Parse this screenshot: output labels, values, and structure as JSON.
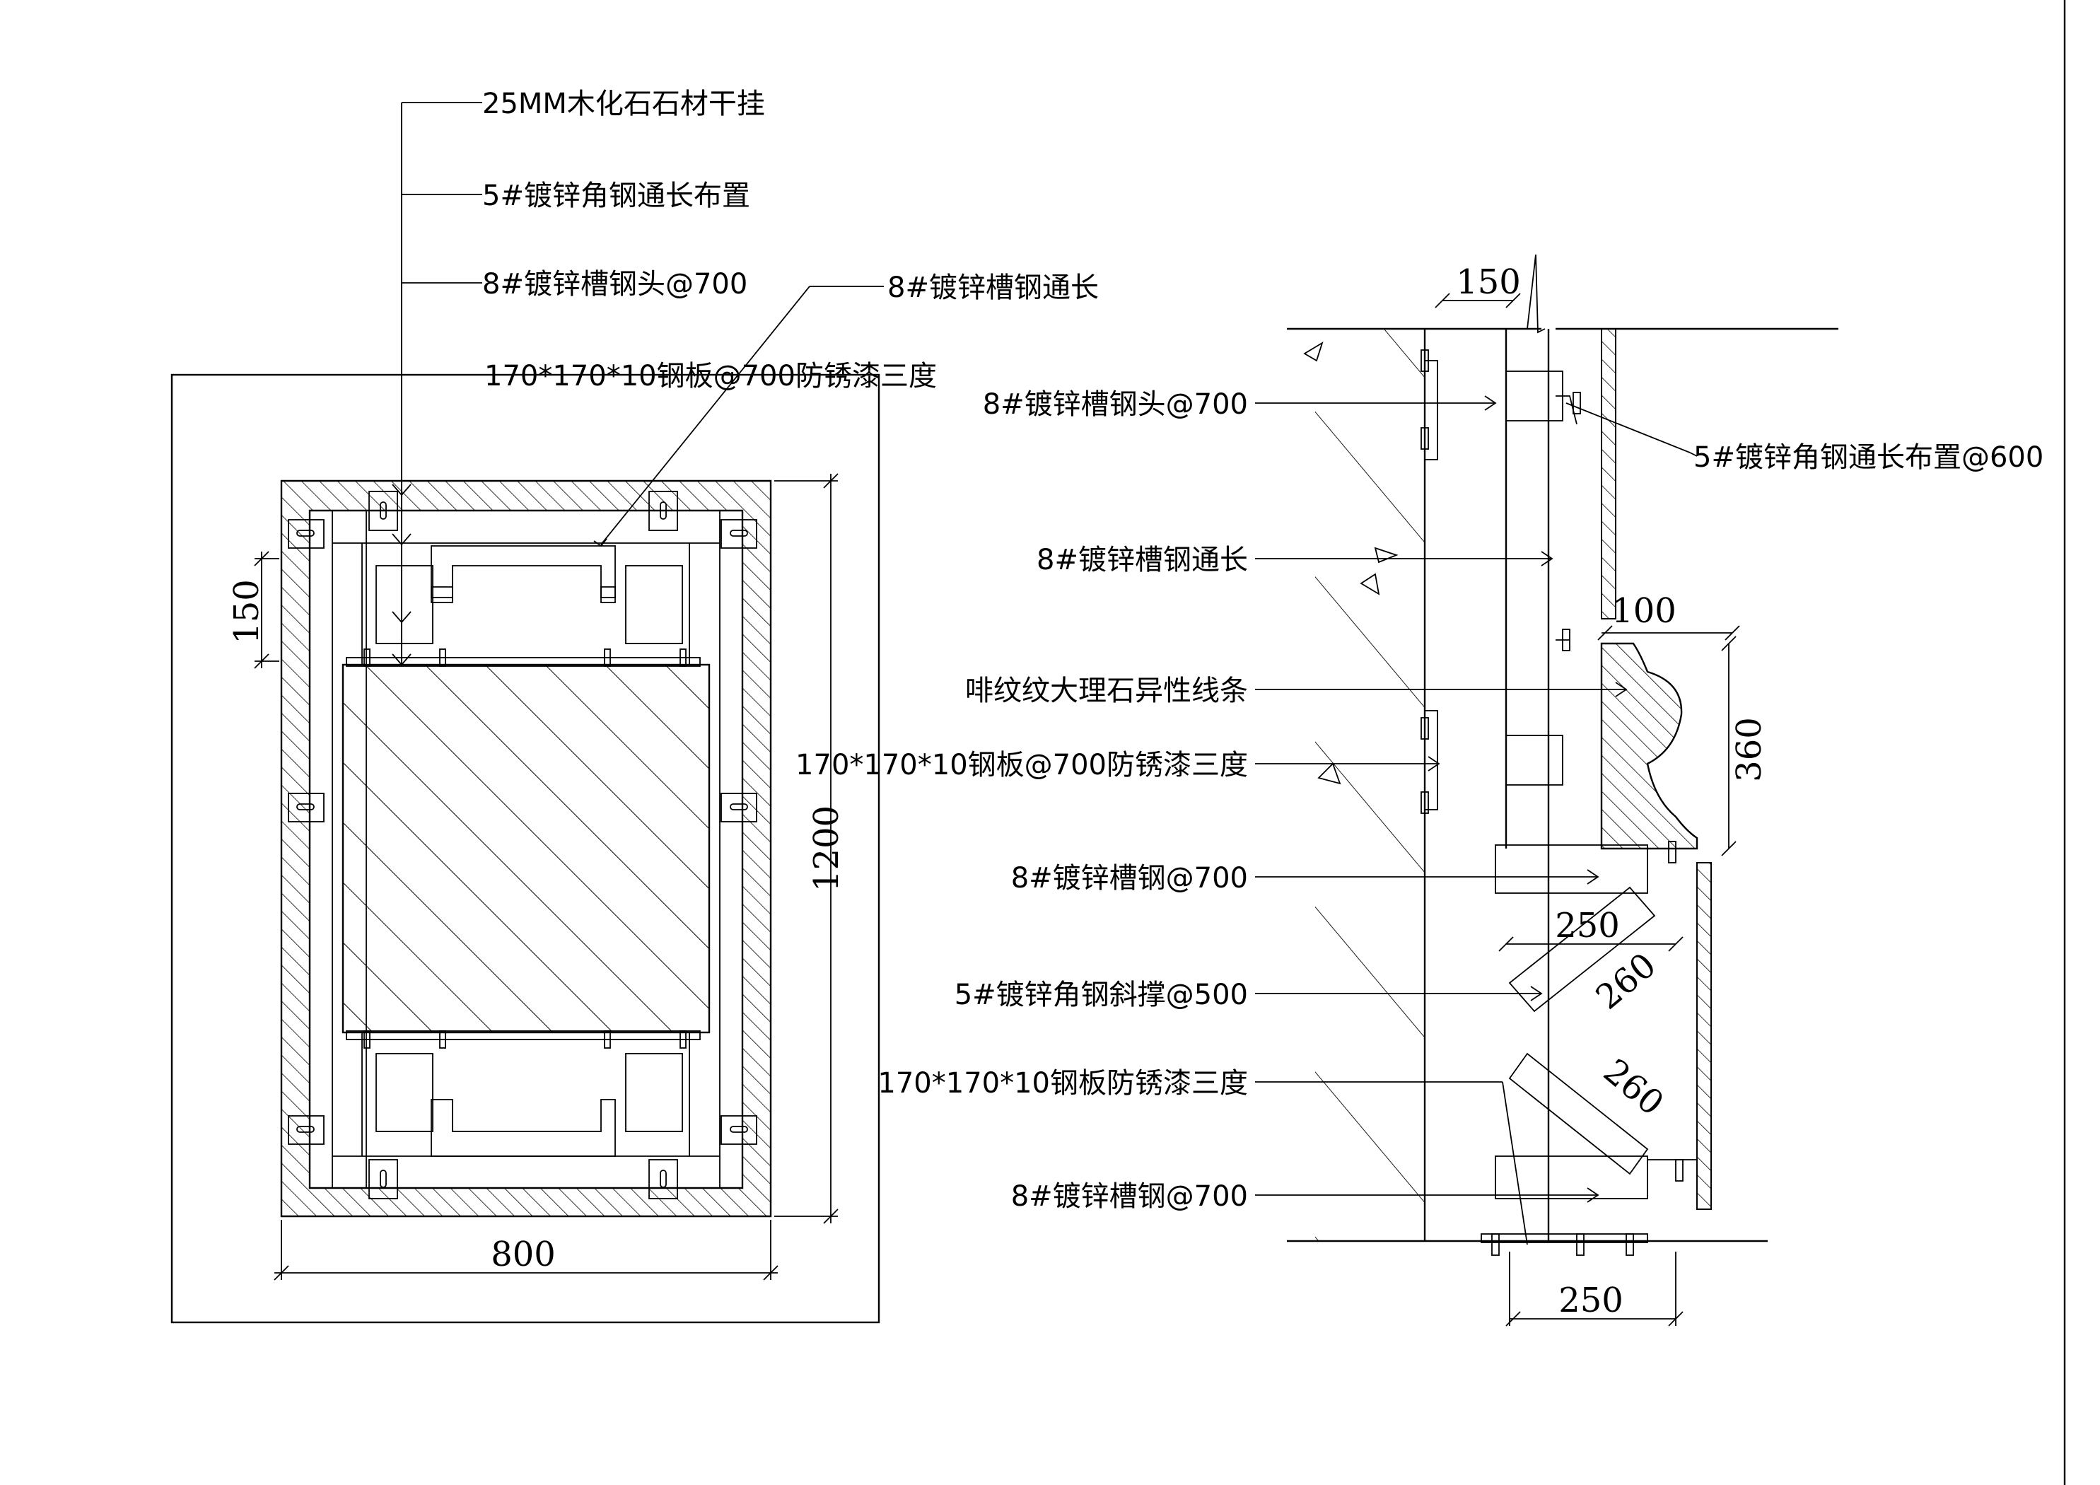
{
  "left_labels": {
    "stone": "25MM木化石石材干挂",
    "angle_steel": "5#镀锌角钢通长布置",
    "channel_head": "8#镀锌槽钢头@700",
    "channel_long": "8#镀锌槽钢通长",
    "plate": "170*170*10钢板@700防锈漆三度"
  },
  "left_dims": {
    "d150": "150",
    "d1200": "1200",
    "d800": "800"
  },
  "right_labels": {
    "channel_head": "8#镀锌槽钢头@700",
    "angle_steel_600": "5#镀锌角钢通长布置@600",
    "channel_long": "8#镀锌槽钢通长",
    "marble_molding": "啡纹纹大理石异性线条",
    "plate_700": "170*170*10钢板@700防锈漆三度",
    "channel_700_a": "8#镀锌槽钢@700",
    "angle_brace": "5#镀锌角钢斜撑@500",
    "plate": "170*170*10钢板防锈漆三度",
    "channel_700_b": "8#镀锌槽钢@700"
  },
  "right_dims": {
    "d150": "150",
    "d100": "100",
    "d360": "360",
    "d250a": "250",
    "d260a": "260",
    "d260b": "260",
    "d250b": "250"
  }
}
